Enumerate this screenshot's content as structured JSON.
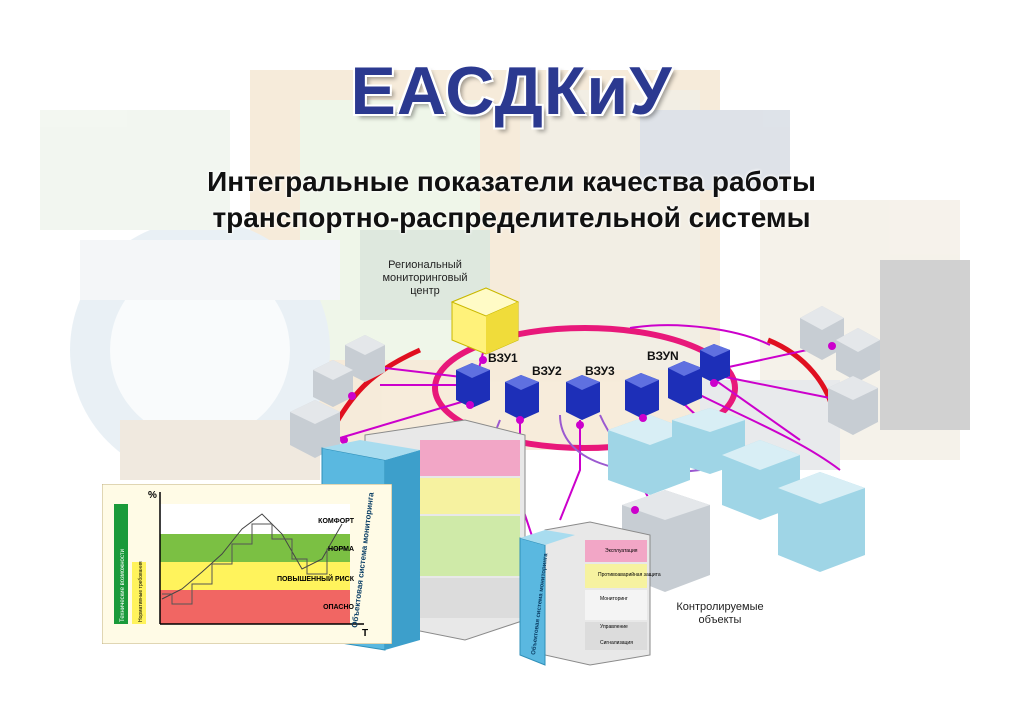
{
  "title": "ЕАСДКиУ",
  "subtitle_line1": "Интегральные показатели качества работы",
  "subtitle_line2": "транспортно-распределительной системы",
  "center_label": [
    "Региональный",
    "мониторинговый",
    "центр"
  ],
  "nodes": [
    "ВЗУ1",
    "ВЗУ2",
    "ВЗУ3",
    "ВЗУN"
  ],
  "objects_label": [
    "Контролируемые",
    "объекты"
  ],
  "panel": {
    "main_label": "Объектовая система мониторинга",
    "small_label": "Объектовая система мониторинга",
    "small_items": [
      "Эксплуатация",
      "Противоаварийная защита",
      "Мониторинг",
      "Управление",
      "Сигнализация"
    ]
  },
  "quality_chart": {
    "y_axis": "%",
    "x_axis": "T",
    "left_label": "Технические возможности",
    "left_sub_label": "Нормативные требования",
    "levels": [
      "КОМФОРТ",
      "НОРМА",
      "ПОВЫШЕННЫЙ РИСК",
      "ОПАСНО"
    ]
  },
  "colors": {
    "title": "#2b3990",
    "ring": "#e8187a",
    "link": "#cc00cc",
    "arc": "#e01020",
    "node": "#1d2fb8",
    "center": "#fff27a",
    "comfort": "#ffffff",
    "norma": "#7bc043",
    "risk": "#fff35c",
    "danger": "#ef4b4b"
  }
}
